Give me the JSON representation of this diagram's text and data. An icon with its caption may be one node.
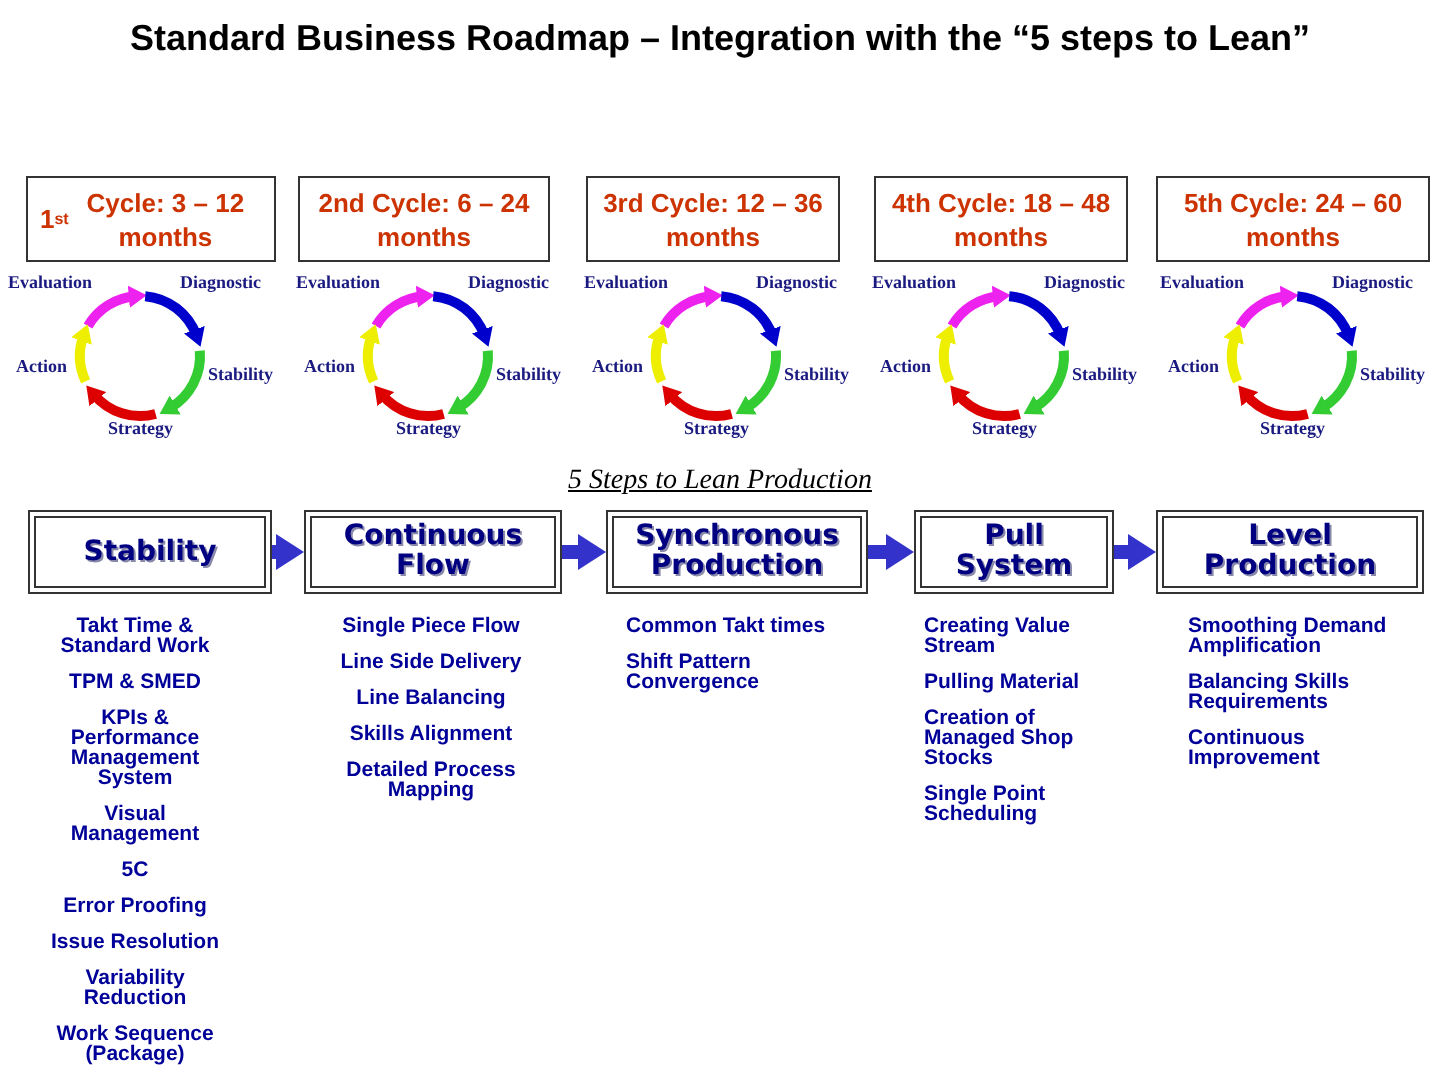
{
  "diagram": {
    "title": "Standard Business Roadmap – Integration with the “5 steps to Lean”",
    "nodes": [
      {
        "text": [
          "1$^{st}$ Cycle: 3 – 12 months"
        ]
      },
      {
        "text": [
          "2nd Cycle: 6 – 24 months"
        ]
      },
      {
        "text": [
          "3rd Cycle: 12 – 36 months"
        ]
      },
      {
        "text": [
          "4th Cycle: 18 – 48 months"
        ]
      },
      {
        "text": [
          "5th Cycle: 24 – 60 months"
        ]
      },
      {
        "text": [
          "Evaluation"
        ]
      },
      {
        "text": [
          "Diagnostic"
        ]
      },
      {
        "text": [
          "Action"
        ]
      },
      {
        "text": [
          "Stability"
        ]
      },
      {
        "text": [
          "Strategy"
        ]
      },
      {
        "text": [
          "Evaluation"
        ]
      },
      {
        "text": [
          "Diagnostic"
        ]
      },
      {
        "text": [
          "Action"
        ]
      },
      {
        "text": [
          "Stability"
        ]
      },
      {
        "text": [
          "Strategy"
        ]
      },
      {
        "text": [
          "Evaluation"
        ]
      },
      {
        "text": [
          "Diagnostic"
        ]
      },
      {
        "text": [
          "Action"
        ]
      },
      {
        "text": [
          "Stability"
        ]
      },
      {
        "text": [
          "Strategy"
        ]
      },
      {
        "text": [
          "Evaluation"
        ]
      },
      {
        "text": [
          "Diagnostic"
        ]
      },
      {
        "text": [
          "Action"
        ]
      },
      {
        "text": [
          "Stability"
        ]
      },
      {
        "text": [
          "Strategy"
        ]
      },
      {
        "text": [
          "Evaluation"
        ]
      },
      {
        "text": [
          "Diagnostic"
        ]
      },
      {
        "text": [
          "Action"
        ]
      },
      {
        "text": [
          "Stability"
        ]
      },
      {
        "text": [
          "Strategy"
        ]
      },
      {
        "text": [
          "Stability"
        ],
        "beside": [
          "Takt Time & Standard Work",
          "TPM & SMED",
          "KPIs & Performance Management System",
          "Visual Management",
          "5C",
          "Error Proofing",
          "Issue Resolution",
          "Variability Reduction",
          "Work Sequence (Package)"
        ]
      },
      {
        "text": [
          "Continuous Flow"
        ],
        "beside": [
          "Single Piece Flow",
          "Line Side Delivery",
          "Line Balancing",
          "Skills Alignment",
          "Detailed Process Mapping"
        ]
      },
      {
        "text": [
          "Synchronous Production"
        ],
        "beside": [
          "Common Takt times",
          "Shift Pattern Convergence"
        ]
      },
      {
        "text": [
          "Pull System"
        ],
        "beside": [
          "Creating Value Stream",
          "Pulling Material",
          "Creation of Managed Shop Stocks",
          "Single Point Scheduling"
        ]
      },
      {
        "text": [
          "Level Production"
        ],
        "beside": [
          "Smoothing Demand Amplification",
          "Balancing Skills Requirements",
          "Continuous Improvement"
        ]
      }
    ],
    "edges": [
      {
        "from": 5,
        "to": 6,
        "arrow": "to",
        "color": "#ee22ee"
      },
      {
        "from": 6,
        "to": 8,
        "arrow": "to",
        "color": "#0000cc"
      },
      {
        "from": 8,
        "to": 9,
        "arrow": "to",
        "color": "#33cc33"
      },
      {
        "from": 9,
        "to": 7,
        "arrow": "to",
        "color": "#dd0000"
      },
      {
        "from": 7,
        "to": 5,
        "arrow": "to",
        "color": "#eeee00"
      },
      {
        "from": 10,
        "to": 11,
        "arrow": "to",
        "color": "#ee22ee"
      },
      {
        "from": 11,
        "to": 13,
        "arrow": "to",
        "color": "#0000cc"
      },
      {
        "from": 13,
        "to": 14,
        "arrow": "to",
        "color": "#33cc33"
      },
      {
        "from": 14,
        "to": 12,
        "arrow": "to",
        "color": "#dd0000"
      },
      {
        "from": 12,
        "to": 10,
        "arrow": "to",
        "color": "#eeee00"
      },
      {
        "from": 15,
        "to": 16,
        "arrow": "to",
        "color": "#ee22ee"
      },
      {
        "from": 16,
        "to": 18,
        "arrow": "to",
        "color": "#0000cc"
      },
      {
        "from": 18,
        "to": 19,
        "arrow": "to",
        "color": "#33cc33"
      },
      {
        "from": 19,
        "to": 17,
        "arrow": "to",
        "color": "#dd0000"
      },
      {
        "from": 17,
        "to": 15,
        "arrow": "to",
        "color": "#eeee00"
      },
      {
        "from": 20,
        "to": 21,
        "arrow": "to",
        "color": "#ee22ee"
      },
      {
        "from": 21,
        "to": 23,
        "arrow": "to",
        "color": "#0000cc"
      },
      {
        "from": 23,
        "to": 24,
        "arrow": "to",
        "color": "#33cc33"
      },
      {
        "from": 24,
        "to": 22,
        "arrow": "to",
        "color": "#dd0000"
      },
      {
        "from": 22,
        "to": 20,
        "arrow": "to",
        "color": "#eeee00"
      },
      {
        "from": 25,
        "to": 26,
        "arrow": "to",
        "color": "#ee22ee"
      },
      {
        "from": 26,
        "to": 28,
        "arrow": "to",
        "color": "#0000cc"
      },
      {
        "from": 28,
        "to": 29,
        "arrow": "to",
        "color": "#33cc33"
      },
      {
        "from": 29,
        "to": 27,
        "arrow": "to",
        "color": "#dd0000"
      },
      {
        "from": 27,
        "to": 25,
        "arrow": "to",
        "color": "#eeee00"
      },
      {
        "from": 30,
        "to": 31,
        "arrow": "to",
        "color": "#3333cc"
      },
      {
        "from": 31,
        "to": 32,
        "arrow": "to",
        "color": "#3333cc"
      },
      {
        "from": 32,
        "to": 33,
        "arrow": "to",
        "color": "#3333cc"
      },
      {
        "from": 33,
        "to": 34,
        "arrow": "to",
        "color": "#3333cc"
      }
    ],
    "labels": [
      "5 Steps to Lean Production"
    ]
  }
}
